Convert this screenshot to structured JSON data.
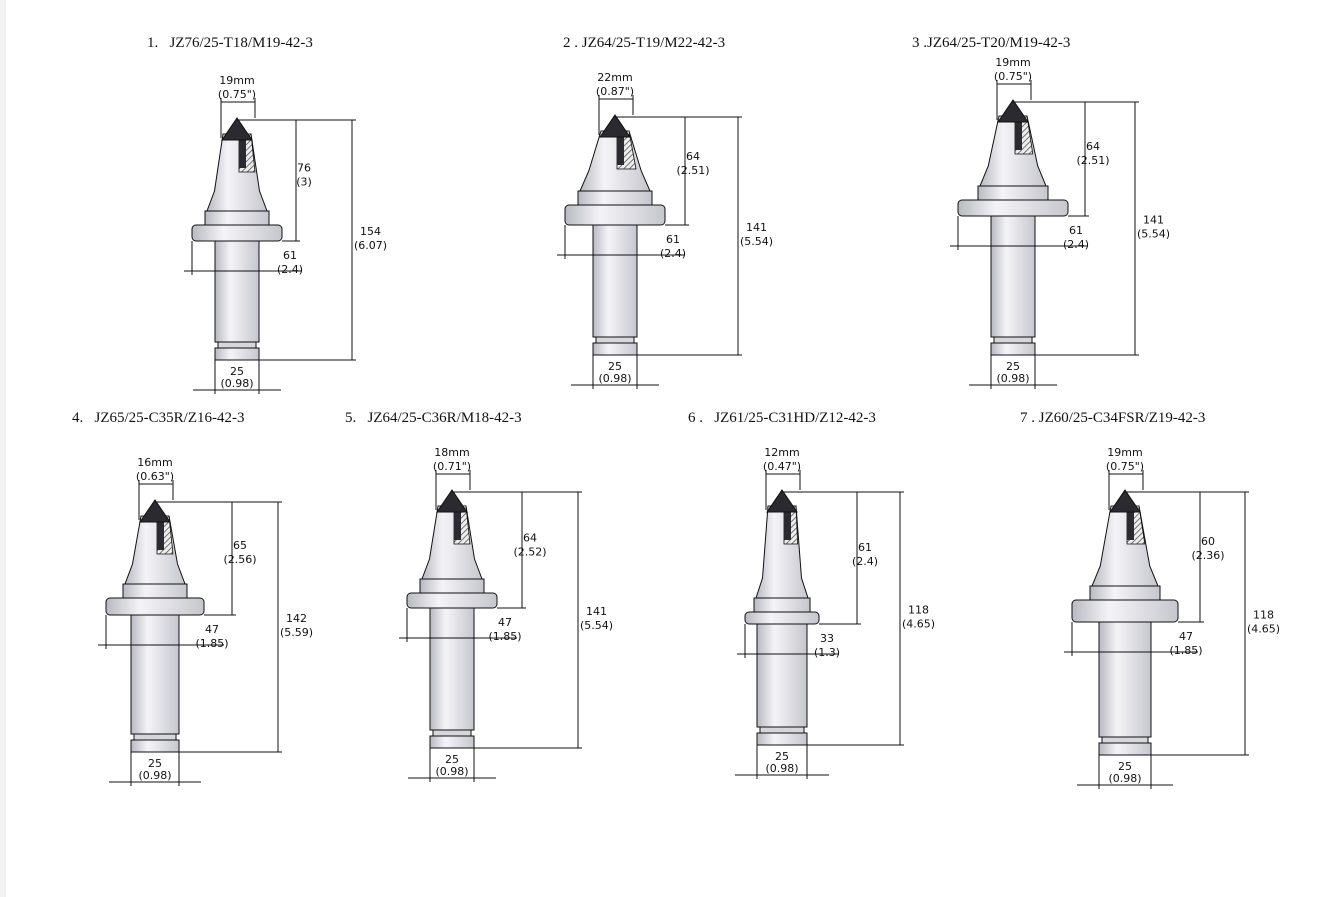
{
  "colors": {
    "body": "#e4e4ea",
    "tip": "#2a2a30",
    "hatch": "#555555",
    "line": "#111111"
  },
  "picks": [
    {
      "title": "1.   JZ76/25-T18/M19-42-3",
      "tip_mm": "19mm",
      "tip_in": "(0.75\")",
      "head_mm": "76",
      "head_in": "(3)",
      "shank_mm": "61",
      "shank_in": "(2.4)",
      "total_mm": "154",
      "total_in": "(6.07)",
      "base_mm": "25",
      "base_in": "(0.98)"
    },
    {
      "title": "2 . JZ64/25-T19/M22-42-3",
      "tip_mm": "22mm",
      "tip_in": "(0.87\")",
      "head_mm": "64",
      "head_in": "(2.51)",
      "shank_mm": "61",
      "shank_in": "(2.4)",
      "total_mm": "141",
      "total_in": "(5.54)",
      "base_mm": "25",
      "base_in": "(0.98)"
    },
    {
      "title": "3 .JZ64/25-T20/M19-42-3",
      "tip_mm": "19mm",
      "tip_in": "(0.75\")",
      "head_mm": "64",
      "head_in": "(2.51)",
      "shank_mm": "61",
      "shank_in": "(2.4)",
      "total_mm": "141",
      "total_in": "(5.54)",
      "base_mm": "25",
      "base_in": "(0.98)"
    },
    {
      "title": "4.   JZ65/25-C35R/Z16-42-3",
      "tip_mm": "16mm",
      "tip_in": "(0.63\")",
      "head_mm": "65",
      "head_in": "(2.56)",
      "shank_mm": "47",
      "shank_in": "(1.85)",
      "total_mm": "142",
      "total_in": "(5.59)",
      "base_mm": "25",
      "base_in": "(0.98)"
    },
    {
      "title": "5.   JZ64/25-C36R/M18-42-3",
      "tip_mm": "18mm",
      "tip_in": "(0.71\")",
      "head_mm": "64",
      "head_in": "(2.52)",
      "shank_mm": "47",
      "shank_in": "(1.85)",
      "total_mm": "141",
      "total_in": "(5.54)",
      "base_mm": "25",
      "base_in": "(0.98)"
    },
    {
      "title": "6 .   JZ61/25-C31HD/Z12-42-3",
      "tip_mm": "12mm",
      "tip_in": "(0.47\")",
      "head_mm": "61",
      "head_in": "(2.4)",
      "shank_mm": "33",
      "shank_in": "(1.3)",
      "total_mm": "118",
      "total_in": "(4.65)",
      "base_mm": "25",
      "base_in": "(0.98)"
    },
    {
      "title": "7 . JZ60/25-C34FSR/Z19-42-3",
      "tip_mm": "19mm",
      "tip_in": "(0.75\")",
      "head_mm": "60",
      "head_in": "(2.36)",
      "shank_mm": "47",
      "shank_in": "(1.85)",
      "total_mm": "118",
      "total_in": "(4.65)",
      "base_mm": "25",
      "base_in": "(0.98)"
    }
  ]
}
